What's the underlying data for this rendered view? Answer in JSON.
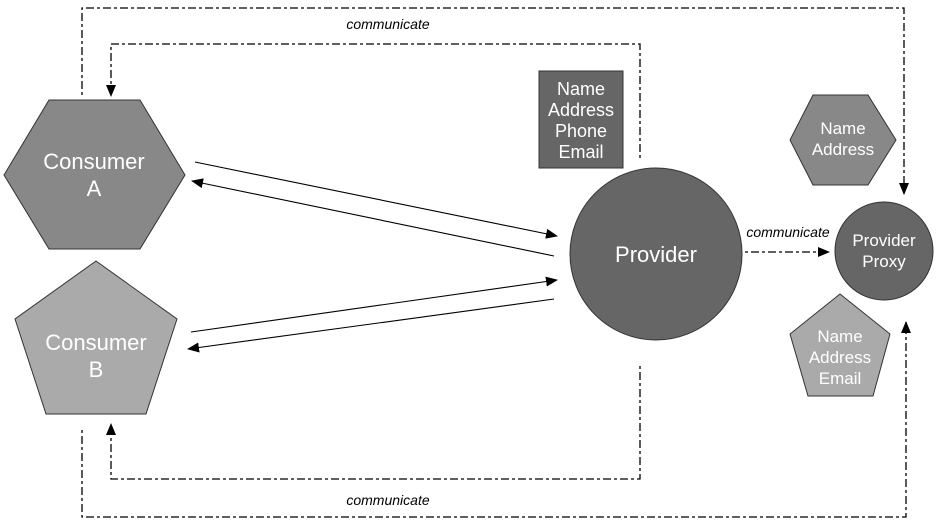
{
  "colors": {
    "dark": "#666666",
    "medium": "#888888",
    "light": "#aaaaaa",
    "outline": "#333333",
    "text": "#ffffff",
    "line": "#000000"
  },
  "nodes": {
    "consumer_a": {
      "line1": "Consumer",
      "line2": "A"
    },
    "consumer_b": {
      "line1": "Consumer",
      "line2": "B"
    },
    "provider": {
      "label": "Provider"
    },
    "provider_proxy": {
      "line1": "Provider",
      "line2": "Proxy"
    },
    "data_full": {
      "line1": "Name",
      "line2": "Address",
      "line3": "Phone",
      "line4": "Email"
    },
    "data_name_address": {
      "line1": "Name",
      "line2": "Address"
    },
    "data_name_address_email": {
      "line1": "Name",
      "line2": "Address",
      "line3": "Email"
    }
  },
  "edges": {
    "top_label": "communicate",
    "bottom_label": "communicate",
    "proxy_label": "communicate"
  }
}
